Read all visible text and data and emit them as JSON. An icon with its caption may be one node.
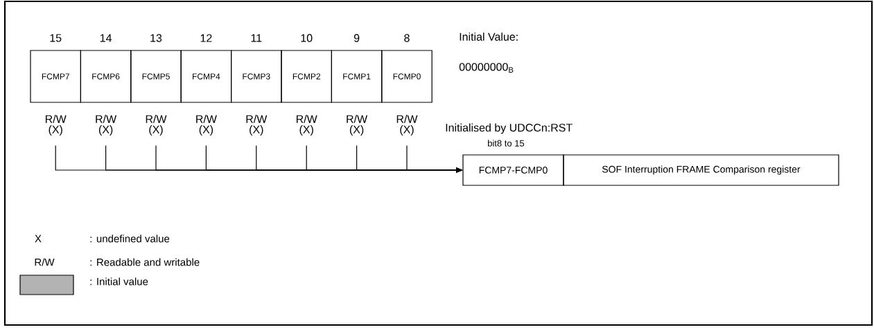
{
  "diagram": {
    "nodes": [
      {
        "text": [
          "15",
          "FCMP7"
        ],
        "beside": [
          "R/W (X)"
        ]
      },
      {
        "text": [
          "14",
          "FCMP6"
        ],
        "beside": [
          "R/W (X)"
        ]
      },
      {
        "text": [
          "13",
          "FCMP5"
        ],
        "beside": [
          "R/W (X)"
        ]
      },
      {
        "text": [
          "12",
          "FCMP4"
        ],
        "beside": [
          "R/W (X)"
        ]
      },
      {
        "text": [
          "11",
          "FCMP3"
        ],
        "beside": [
          "R/W (X)"
        ]
      },
      {
        "text": [
          "10",
          "FCMP2"
        ],
        "beside": [
          "R/W (X)"
        ]
      },
      {
        "text": [
          "9",
          "FCMP1"
        ],
        "beside": [
          "R/W (X)"
        ]
      },
      {
        "text": [
          "8",
          "FCMP0"
        ],
        "beside": [
          "R/W (X)"
        ]
      },
      {
        "text": [
          "FCMP7-FCMP0"
        ]
      },
      {
        "text": [
          "SOF Interruption FRAME Comparison register"
        ]
      }
    ],
    "edges": [
      {
        "from": 0,
        "to": 8,
        "arrow": "to"
      },
      {
        "from": 1,
        "to": 8,
        "arrow": "to"
      },
      {
        "from": 2,
        "to": 8,
        "arrow": "to"
      },
      {
        "from": 3,
        "to": 8,
        "arrow": "to"
      },
      {
        "from": 4,
        "to": 8,
        "arrow": "to"
      },
      {
        "from": 5,
        "to": 8,
        "arrow": "to"
      },
      {
        "from": 6,
        "to": 8,
        "arrow": "to"
      },
      {
        "from": 7,
        "to": 8,
        "arrow": "to"
      }
    ],
    "labels": [
      "Initial Value:",
      "00000000$_{B}$",
      "Initialised by UDCCn:RST",
      "bit8 to 15",
      "X",
      ": undefined value",
      "R/W",
      ": Readable and writable"
    ],
    "legend": [
      {
        "text": ": Initial value",
        "color": "#b3b3b3"
      }
    ]
  }
}
